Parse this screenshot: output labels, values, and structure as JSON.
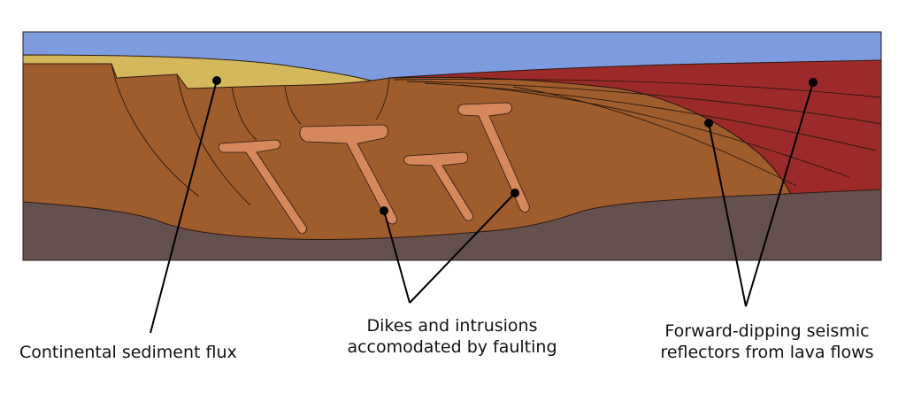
{
  "labels": {
    "sediment": "Continental sediment flux",
    "dikes": [
      "Dikes and intrusions",
      "accomodated by faulting"
    ],
    "reflectors": [
      "Forward-dipping seismic",
      "reflectors from lava flows"
    ]
  },
  "colors": {
    "sky": "#7f9be0",
    "sediment": "#d4b95c",
    "crust": "#9f5c2c",
    "lava": "#9c2a2a",
    "mantle": "#655050",
    "dike": "#d6875c",
    "outline": "#2a1a10"
  }
}
